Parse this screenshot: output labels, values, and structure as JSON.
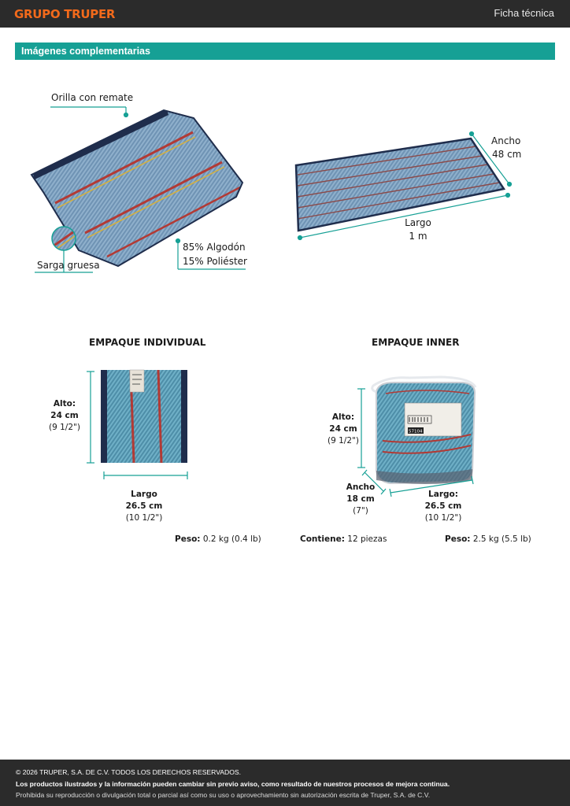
{
  "header": {
    "brand": "GRUPO TRUPER",
    "doc_type": "Ficha técnica"
  },
  "section": {
    "title": "Imágenes complementarias"
  },
  "features": {
    "edge": "Orilla con remate",
    "weave": "Sarga gruesa",
    "composition_1": "85% Algodón",
    "composition_2": "15% Poliéster"
  },
  "dimensions": {
    "width_label": "Ancho",
    "width_value": "48 cm",
    "length_label": "Largo",
    "length_value": "1 m"
  },
  "individual": {
    "title": "EMPAQUE INDIVIDUAL",
    "height_label": "Alto:",
    "height_value": "24 cm",
    "height_imperial": "(9 1/2\")",
    "length_label": "Largo",
    "length_value": "26.5 cm",
    "length_imperial": "(10 1/2\")",
    "weight_label": "Peso:",
    "weight_value": "0.2 kg (0.4 lb)"
  },
  "inner": {
    "title": "EMPAQUE INNER",
    "height_label": "Alto:",
    "height_value": "24 cm",
    "height_imperial": "(9 1/2\")",
    "width_label": "Ancho",
    "width_value": "18 cm",
    "width_imperial": "(7\")",
    "length_label": "Largo:",
    "length_value": "26.5 cm",
    "length_imperial": "(10 1/2\")",
    "contains_label": "Contiene:",
    "contains_value": "12 piezas",
    "weight_label": "Peso:",
    "weight_value": "2.5 kg (5.5 lb)",
    "tag_code": "57104"
  },
  "footer": {
    "copyright": "© 2026 TRUPER, S.A. DE C.V. TODOS LOS DERECHOS RESERVADOS.",
    "notice": "Los productos ilustrados y la información pueden cambiar sin previo aviso, como resultado de nuestros procesos de mejora continua.",
    "legal": "Prohibida su reproducción o divulgación total o parcial así como su uso o aprovechamiento sin autorización escrita de Truper, S.A. de C.V."
  },
  "colors": {
    "brand_orange": "#f26a1b",
    "accent_teal": "#16a095",
    "bar_dark": "#2b2b2b",
    "cloth_blue": "#6f93b4",
    "cloth_dark": "#1f2d4c",
    "stripe_red": "#b23a35",
    "stripe_yellow": "#d8b13a"
  }
}
